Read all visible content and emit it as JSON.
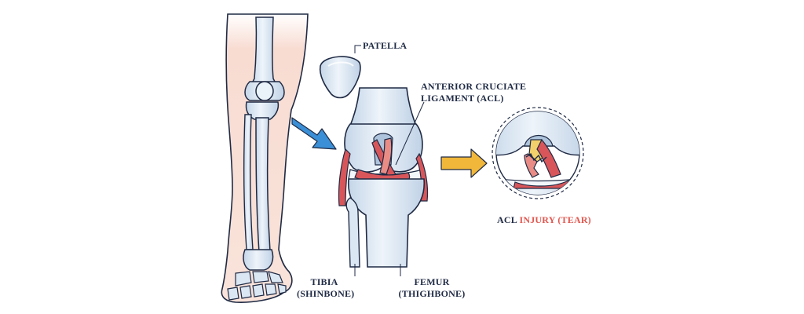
{
  "labels": {
    "patella": "PATELLA",
    "acl_line1": "ANTERIOR CRUCIATE",
    "acl_line2": "LIGAMENT (ACL)",
    "tibia_line1": "TIBIA",
    "tibia_line2": "(SHINBONE)",
    "femur_line1": "FEMUR",
    "femur_line2": "(THIGHBONE)",
    "injury_prefix": "ACL",
    "injury_highlight": "INJURY (TEAR)"
  },
  "colors": {
    "bone_fill": "#dbe7f3",
    "bone_highlight": "#f2f7fc",
    "outline": "#1f2a44",
    "skin": "#f8dcd2",
    "ligament": "#d8565a",
    "ligament_light": "#e98c86",
    "tear_yellow": "#f2d06b",
    "arrow_blue": "#3b8fd6",
    "arrow_yellow": "#f0b73a",
    "injury_text": "#e0574f"
  }
}
